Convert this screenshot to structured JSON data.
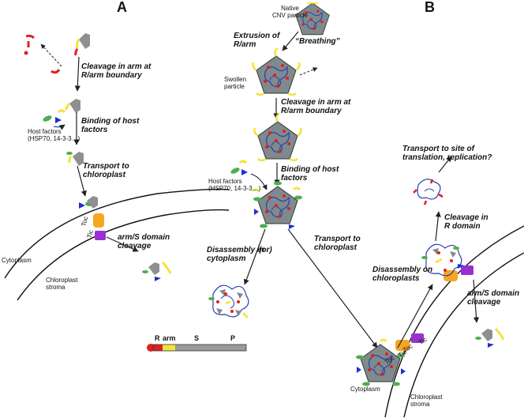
{
  "panels": {
    "a": "A",
    "b": "B"
  },
  "panel_a": {
    "step1": [
      "Cleavage in arm at",
      "R/arm boundary"
    ],
    "step2": [
      "Binding of host",
      "factors"
    ],
    "host": [
      "Host factors",
      "(HSP70, 14-3-3…)"
    ],
    "step3": [
      "Transport to",
      "chloroplast"
    ],
    "step4": [
      "arm/S domain",
      "cleavage"
    ],
    "cytoplasm": "Cytoplasm",
    "stroma": [
      "Chloroplast",
      "stroma"
    ],
    "toc": "Toc",
    "tic": "Tic"
  },
  "panel_b": {
    "native": [
      "Native",
      "CNV particle"
    ],
    "extrusion": [
      "Extrusion of",
      "R/arm"
    ],
    "breathing": "“Breathing”",
    "swollen": [
      "Swollen",
      "particle"
    ],
    "step1": [
      "Cleavage in arm at",
      "R/arm boundary"
    ],
    "step2": [
      "Binding of host",
      "factors"
    ],
    "host": [
      "Host factors",
      "(HSP70, 14-3-3…)"
    ],
    "disassembly_cyto": [
      "Disassembly in",
      "cytoplasm"
    ],
    "or": "(or)",
    "transport": [
      "Transport to",
      "chloroplast"
    ],
    "disassembly_chloro": [
      "Disassembly on",
      "chloroplasts"
    ],
    "cleavage_r": [
      "Cleavage in",
      "R domain"
    ],
    "transport_site": [
      "Transport to site of",
      "translation, replication?"
    ],
    "arm_s": [
      "arm/S domain",
      "cleavage"
    ],
    "cytoplasm": "Cytoplasm",
    "stroma": [
      "Chloroplast",
      "stroma"
    ],
    "toc": "Toc",
    "tic": "Tic"
  },
  "legend": {
    "labels": [
      "R",
      "arm",
      "S",
      "P"
    ],
    "colors": {
      "r": "#e02020",
      "arm": "#f2e43a",
      "s": "#9a9a9a",
      "p": "#9a9a9a"
    }
  },
  "colors": {
    "coat": "#7f8a8c",
    "rna": "#2a3fb0",
    "red_dot": "#e02020",
    "yellow": "#f2e43a",
    "green": "#4caf50",
    "blue_tri": "#1e2fd0",
    "orange": "#f5a623",
    "purple": "#9b30d0"
  }
}
